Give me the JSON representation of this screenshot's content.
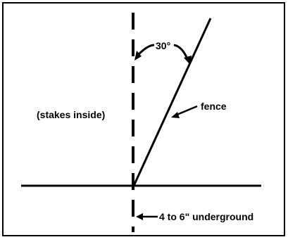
{
  "diagram": {
    "angle_label": "30°",
    "left_label": "(stakes inside)",
    "fence_label": "fence",
    "underground_label": "4 to 6\" underground",
    "line_color": "#000000",
    "background_color": "#ffffff"
  }
}
